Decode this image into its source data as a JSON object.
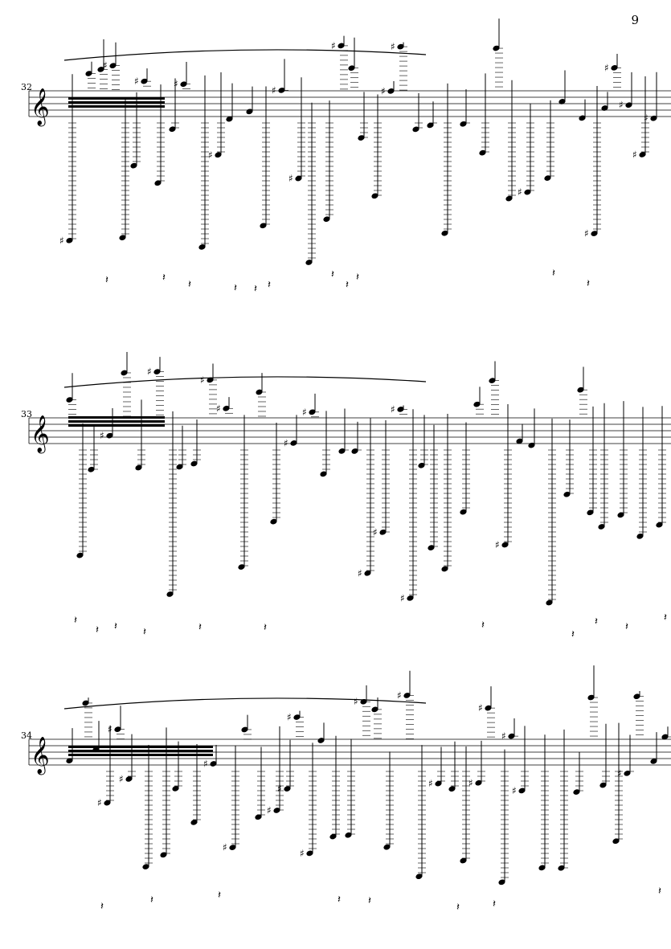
{
  "page_number": "9",
  "systems": [
    {
      "measure_number": "32"
    },
    {
      "measure_number": "33"
    },
    {
      "measure_number": "34"
    }
  ]
}
